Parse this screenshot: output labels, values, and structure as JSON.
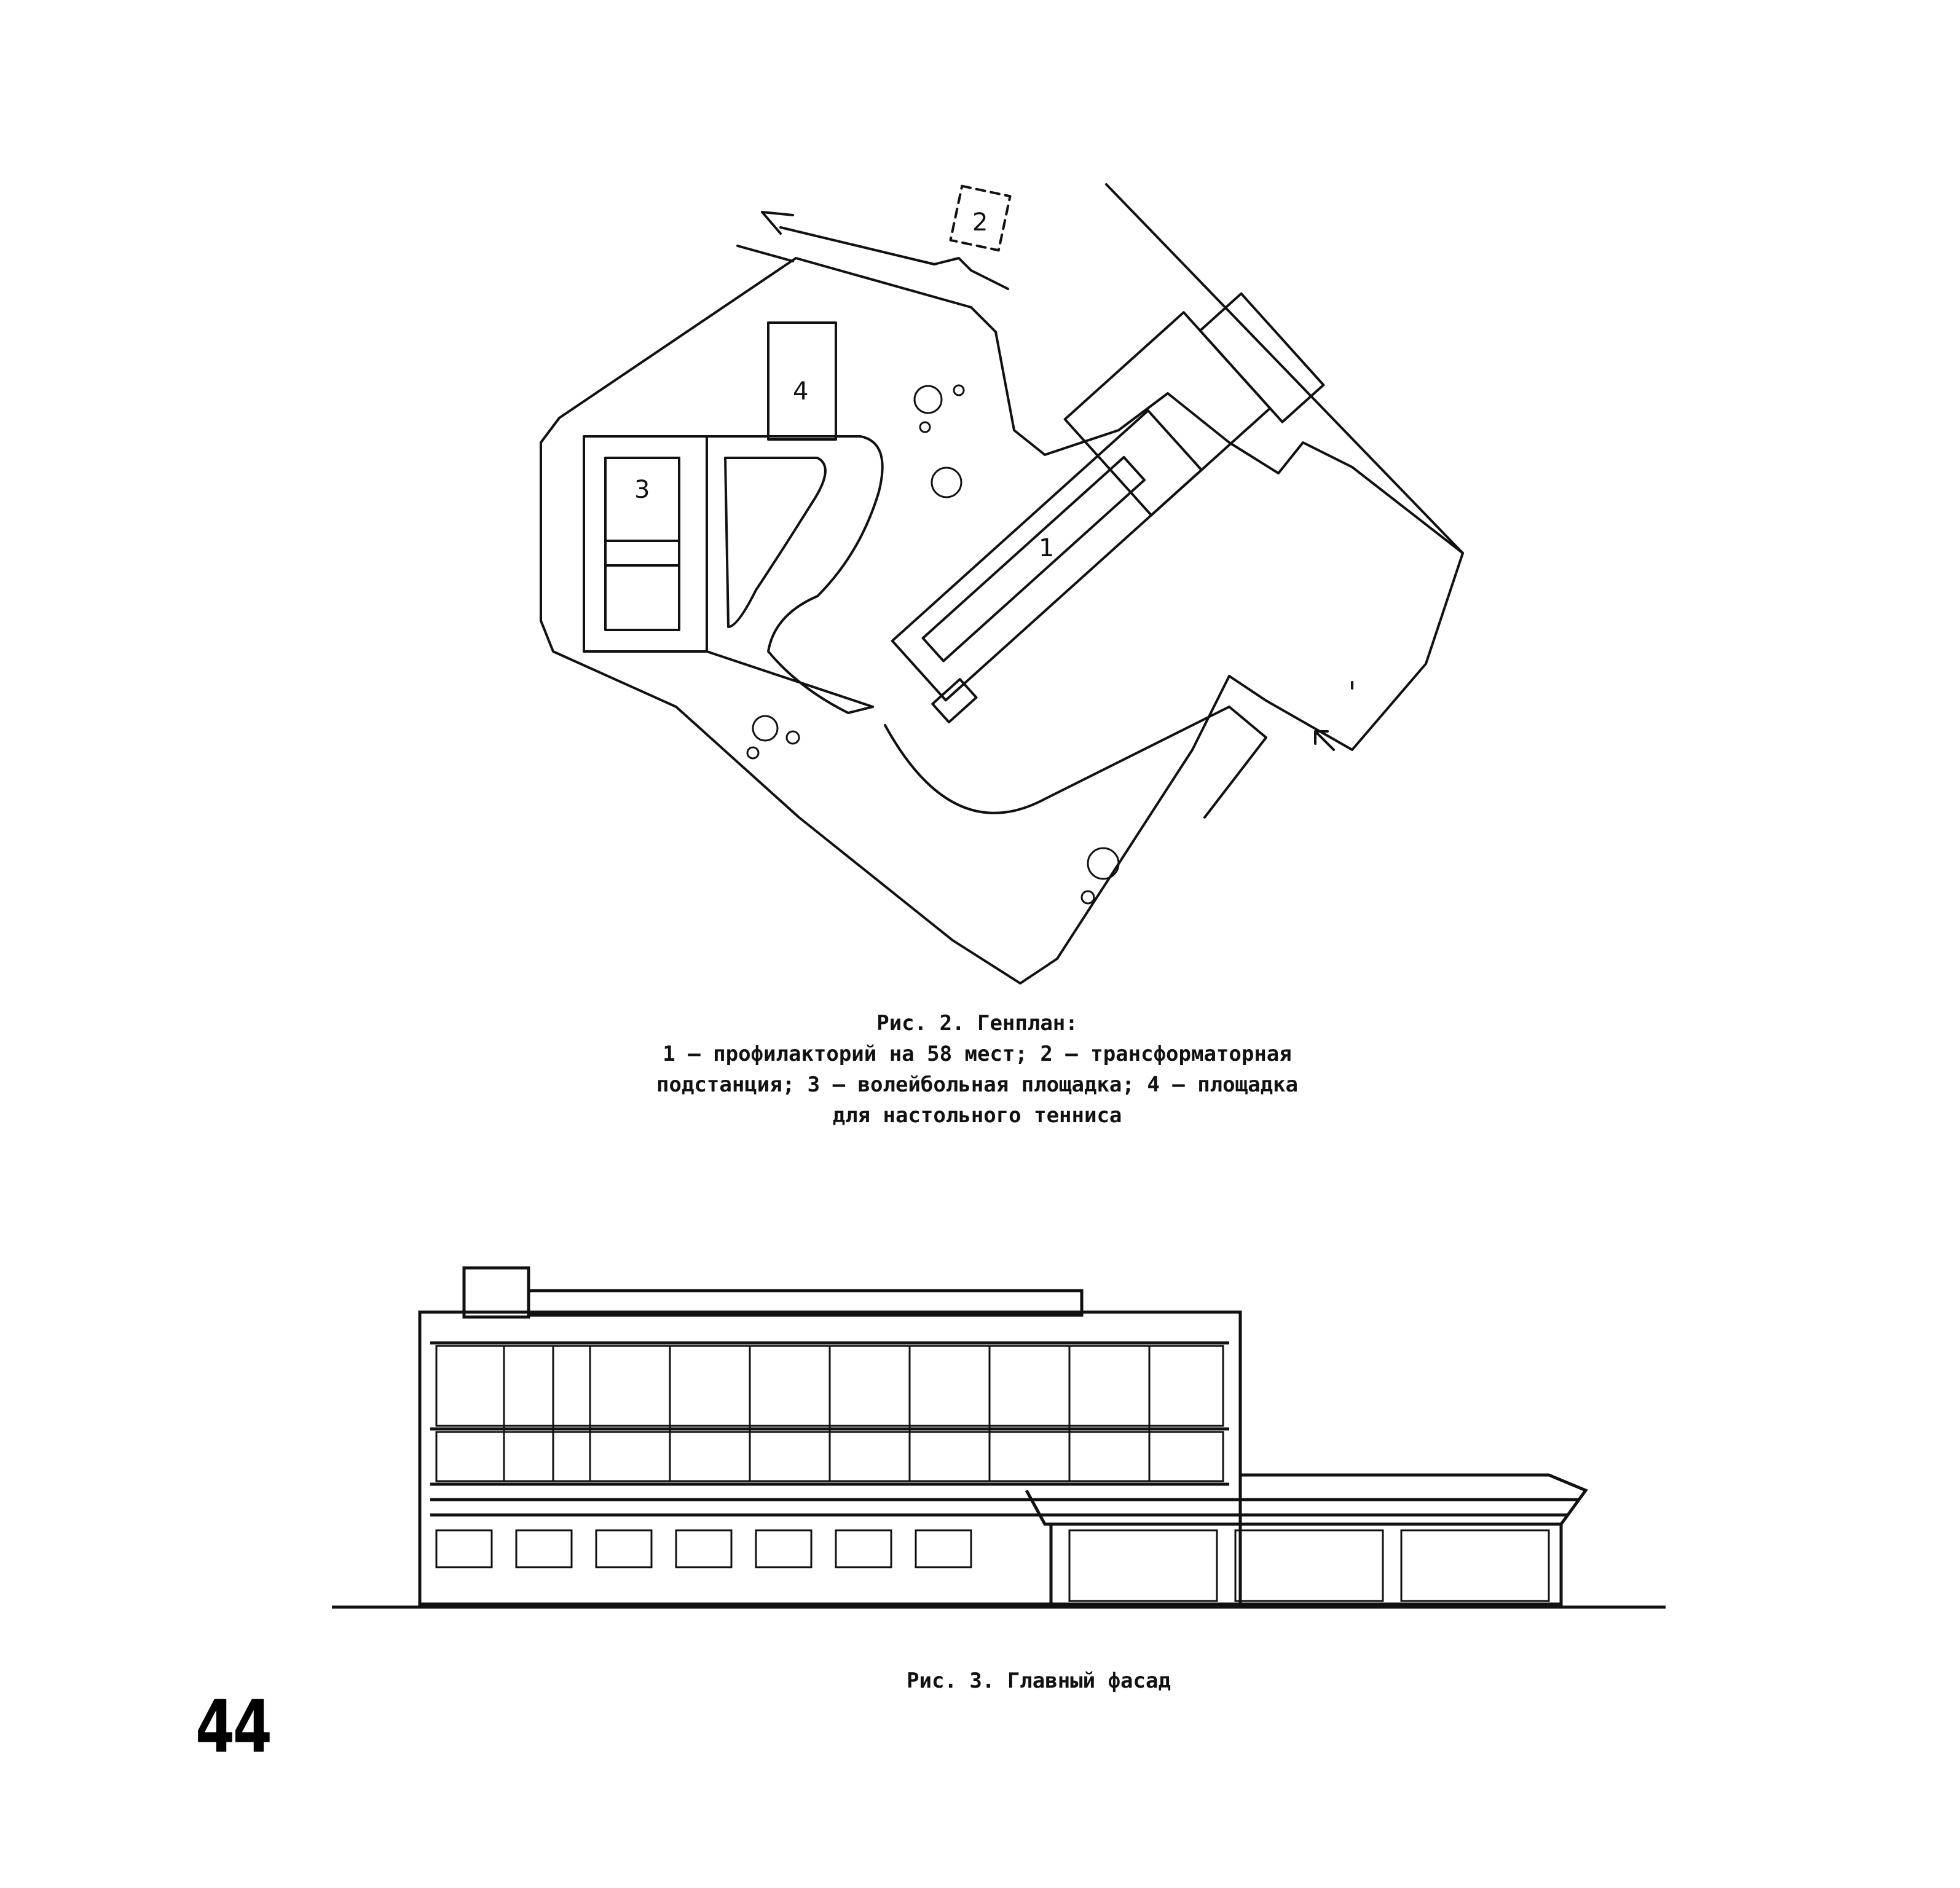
{
  "fig2": {
    "labels": {
      "building": "1",
      "substation": "2",
      "volleyball": "3",
      "tennis": "4"
    },
    "caption_title": "Рис. 2. Генплан:",
    "caption_line1": "1 – профилакторий на 58 мест; 2 –  трансформаторная",
    "caption_line2": "подстанция; 3 – волейбольная площадка; 4 – площадка",
    "caption_line3": "для настольного тенниса"
  },
  "fig3": {
    "caption": "Рис. 3. Главный фасад"
  },
  "page_number": "44"
}
